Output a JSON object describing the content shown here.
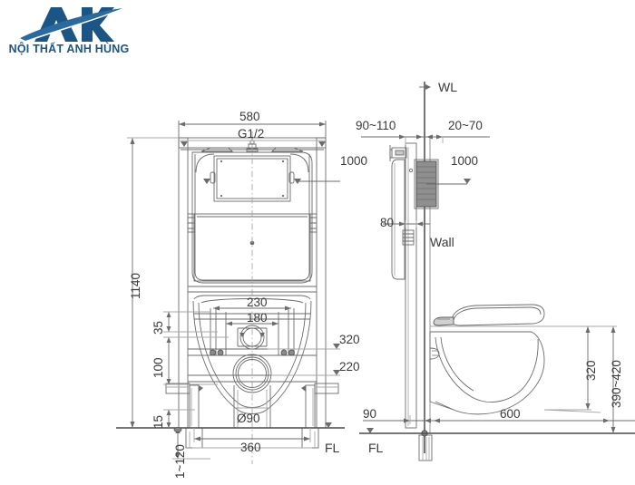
{
  "brand": {
    "caption": "NỘI THẤT ANH HÙNG",
    "mark_icon": "ah-monogram-icon",
    "color": "#1a5585"
  },
  "drawing": {
    "type": "technical-installation-drawing",
    "subject": "wall-hung toilet concealed cistern frame",
    "views": [
      {
        "name": "front-elevation",
        "label": ""
      },
      {
        "name": "side-elevation",
        "label": ""
      }
    ],
    "line_color": "#6b6b6b",
    "dim_text_color": "#3a3a3a"
  },
  "dimensions": {
    "front": {
      "width_overall": "580",
      "inlet_thread": "G1/2",
      "height_frame": "1140",
      "flush_pipe_height": "1000",
      "bolt_spacing_outer": "230",
      "bolt_spacing_inner": "180",
      "offset_upper": "35",
      "offset_lower": "100",
      "floor_clearance": "15",
      "leg_adjust": "1~120",
      "height_upper_bolt": "320",
      "height_lower_bolt": "220",
      "outlet_diameter": "Ø90",
      "leg_spacing": "360",
      "floor_line": "FL"
    },
    "side": {
      "water_line": "WL",
      "wall_label": "Wall",
      "front_offset": "90~110",
      "rear_offset": "20~70",
      "flush_plate_height": "1000",
      "plate_depth": "80",
      "bowl_depth": "600",
      "outlet_offset": "90",
      "seat_height": "320",
      "seat_height_range": "390~420",
      "floor_line": "FL"
    }
  }
}
